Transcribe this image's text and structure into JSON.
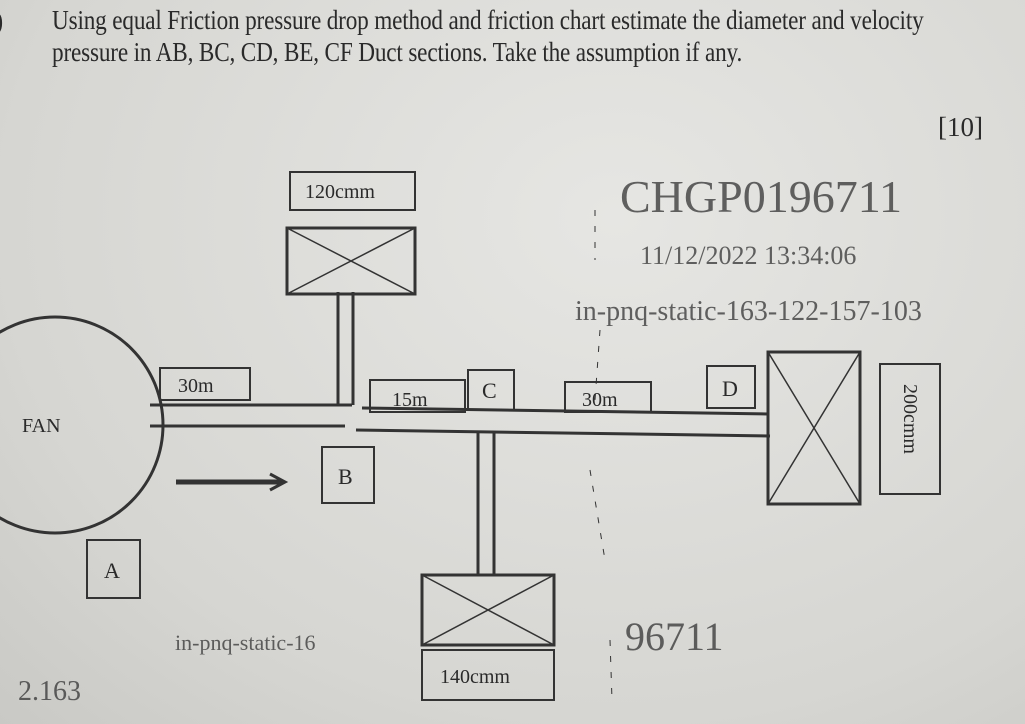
{
  "question": {
    "number_fragment": ")",
    "text": "Using equal Friction pressure drop method and friction chart estimate the diameter and velocity pressure in AB, BC, CD, BE, CF Duct sections. Take the assumption if any.",
    "marks": "[10]"
  },
  "diagram": {
    "fan_label": "FAN",
    "nodes": {
      "A": "A",
      "B": "B",
      "C": "C",
      "D": "D"
    },
    "lengths": {
      "fan_to_B": "30m",
      "B_to_C": "15m",
      "C_to_D": "30m"
    },
    "flows": {
      "branch_B_outlet": "120cmm",
      "branch_C_outlet": "140cmm",
      "end_D_outlet": "200cmm"
    }
  },
  "watermarks": {
    "main": "CHGP0196711",
    "timestamp": "11/12/2022 13:34:06",
    "source_1": "in-pnq-static-163-122-157-103",
    "source_2": "2.163",
    "source_3": "in-pnq-static-16",
    "fragment": "96711"
  }
}
